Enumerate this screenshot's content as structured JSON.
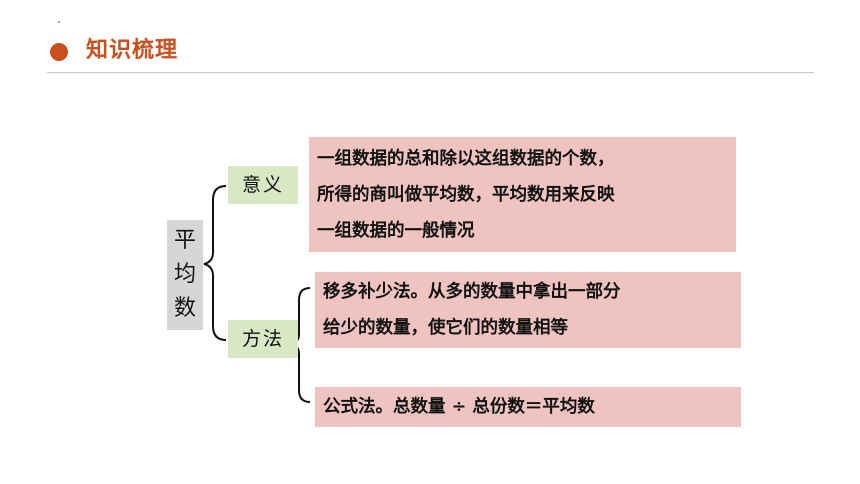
{
  "header": {
    "title": "知识梳理"
  },
  "root": {
    "label": "平\n均\n数"
  },
  "categories": {
    "meaning": {
      "label": "意义",
      "lines": [
        "一组数据的总和除以这组数据的个数，",
        "所得的商叫做平均数，平均数用来反映",
        "一组数据的一般情况"
      ]
    },
    "method": {
      "label": "方法",
      "items": [
        {
          "lines": [
            "移多补少法。从多的数量中拿出一部分",
            "给少的数量，使它们的数量相等"
          ]
        },
        {
          "lines": [
            "公式法。总数量 ÷ 总份数＝平均数"
          ]
        }
      ]
    }
  },
  "colors": {
    "accent": "#c94f1f",
    "root_bg": "#d6d6d6",
    "category_bg": "#d8e8c4",
    "description_bg": "#efc4c0"
  }
}
